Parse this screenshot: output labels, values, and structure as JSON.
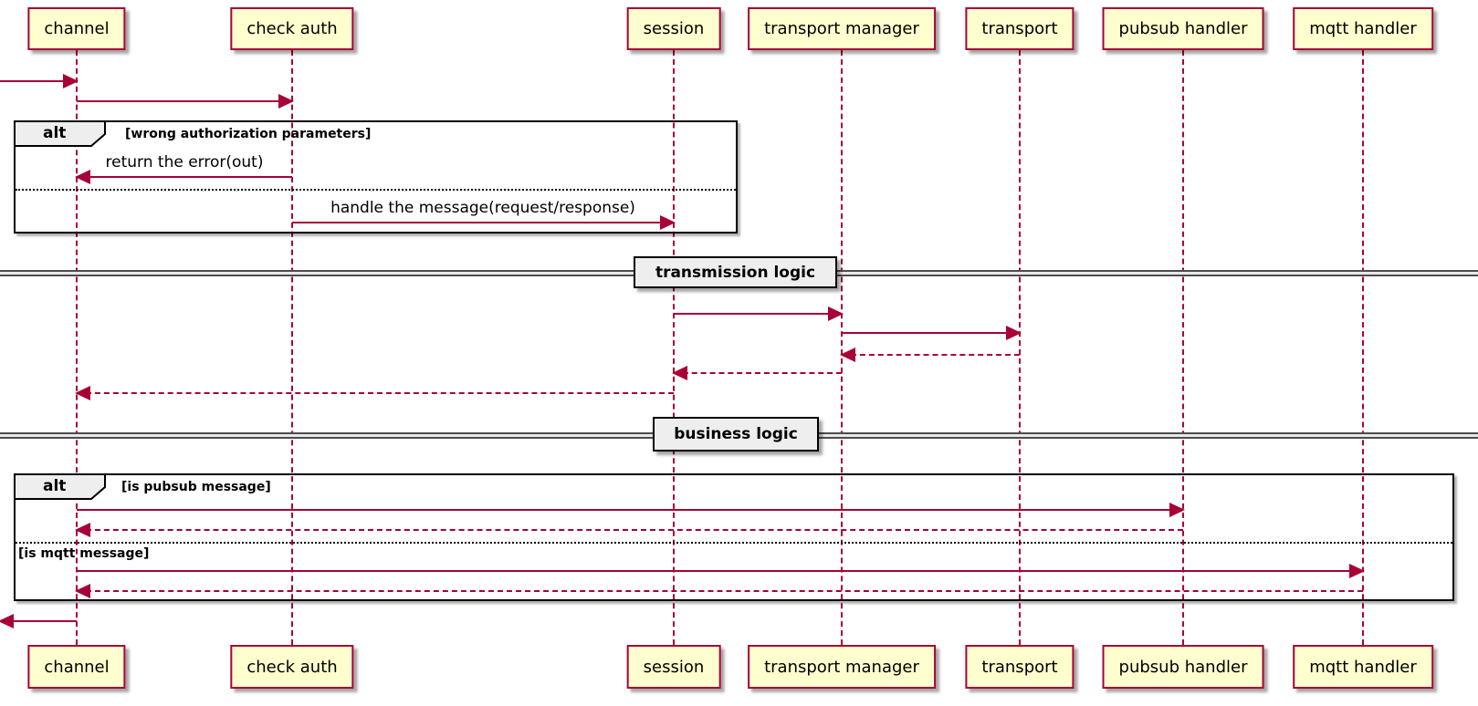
{
  "diagram": {
    "type": "sequence",
    "colors": {
      "participant_fill": "#FEFECE",
      "stroke": "#A80036",
      "frame_border": "#000000",
      "fragment_tab_fill": "#EEEEEE",
      "divider_fill": "#EEEEEE",
      "text": "#000000"
    },
    "participants": [
      {
        "id": "channel",
        "label": "channel"
      },
      {
        "id": "check-auth",
        "label": "check auth"
      },
      {
        "id": "session",
        "label": "session"
      },
      {
        "id": "transport-manager",
        "label": "transport manager"
      },
      {
        "id": "transport",
        "label": "transport"
      },
      {
        "id": "pubsub-handler",
        "label": "pubsub handler"
      },
      {
        "id": "mqtt-handler",
        "label": "mqtt handler"
      }
    ],
    "fragments": [
      {
        "operator": "alt",
        "guard": "[wrong authorization parameters]",
        "else_guard": ""
      },
      {
        "operator": "alt",
        "guard": "[is pubsub message]",
        "else_guard": "[is mqtt message]"
      }
    ],
    "dividers": [
      {
        "label": "transmission logic"
      },
      {
        "label": "business logic"
      }
    ],
    "messages": [
      {
        "from": "outside",
        "to": "channel",
        "label": "",
        "style": "solid"
      },
      {
        "from": "channel",
        "to": "check-auth",
        "label": "",
        "style": "solid"
      },
      {
        "from": "check-auth",
        "to": "channel",
        "label": "return the error(out)",
        "style": "solid"
      },
      {
        "from": "check-auth",
        "to": "session",
        "label": "handle the message(request/response)",
        "style": "solid"
      },
      {
        "from": "session",
        "to": "transport-manager",
        "label": "",
        "style": "solid"
      },
      {
        "from": "transport-manager",
        "to": "transport",
        "label": "",
        "style": "solid"
      },
      {
        "from": "transport",
        "to": "transport-manager",
        "label": "",
        "style": "dashed"
      },
      {
        "from": "transport-manager",
        "to": "session",
        "label": "",
        "style": "dashed"
      },
      {
        "from": "session",
        "to": "channel",
        "label": "",
        "style": "dashed"
      },
      {
        "from": "channel",
        "to": "pubsub-handler",
        "label": "",
        "style": "solid"
      },
      {
        "from": "pubsub-handler",
        "to": "channel",
        "label": "",
        "style": "dashed"
      },
      {
        "from": "channel",
        "to": "mqtt-handler",
        "label": "",
        "style": "solid"
      },
      {
        "from": "mqtt-handler",
        "to": "channel",
        "label": "",
        "style": "dashed"
      },
      {
        "from": "channel",
        "to": "outside",
        "label": "",
        "style": "solid"
      }
    ]
  }
}
